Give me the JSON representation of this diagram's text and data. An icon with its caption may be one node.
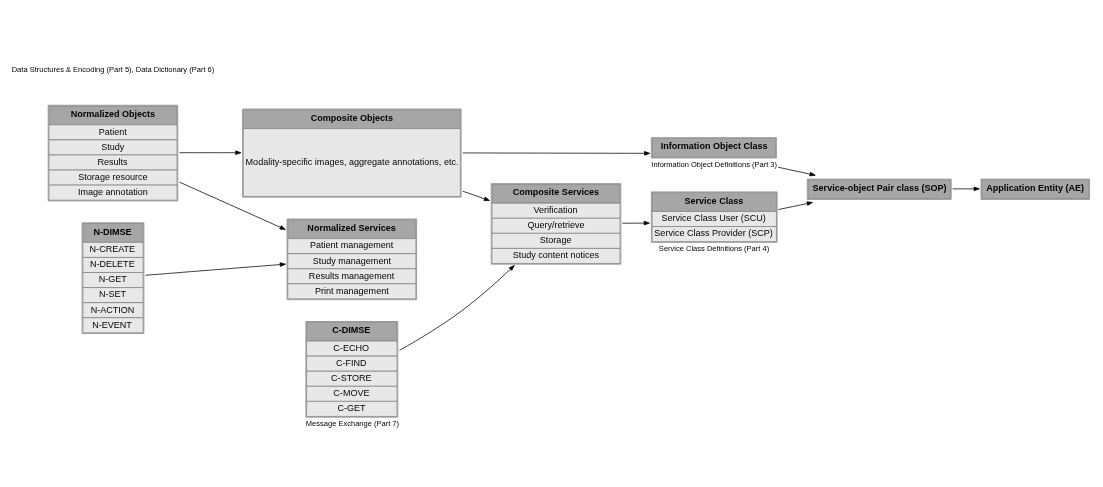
{
  "diagram": {
    "nodes": [
      {
        "text": [
          "Normalized Objects",
          "Patient",
          "Study",
          "Results",
          "Storage resource",
          "Image annotation"
        ]
      },
      {
        "text": [
          "Composite Objects",
          "Modality-specific images, aggregate annotations, etc."
        ]
      },
      {
        "text": [
          "Information Object Class"
        ],
        "beside": [
          "Information Object Definitions (Part 3)"
        ]
      },
      {
        "text": [
          "N-DIMSE",
          "N-CREATE",
          "N-DELETE",
          "N-GET",
          "N-SET",
          "N-ACTION",
          "N-EVENT"
        ]
      },
      {
        "text": [
          "Normalized Services",
          "Patient management",
          "Study management",
          "Results management",
          "Print management"
        ]
      },
      {
        "text": [
          "C-DIMSE",
          "C-ECHO",
          "C-FIND",
          "C-STORE",
          "C-MOVE",
          "C-GET"
        ],
        "beside": [
          "Message Exchange (Part 7)"
        ]
      },
      {
        "text": [
          "Composite Services",
          "Verification",
          "Query/retrieve",
          "Storage",
          "Study content notices"
        ]
      },
      {
        "text": [
          "Service-object Pair class (SOP)"
        ]
      },
      {
        "text": [
          "Application Entity (AE)"
        ]
      },
      {
        "text": [
          "Service Class",
          "Service Class User (SCU)",
          "Service Class Provider (SCP)"
        ],
        "beside": [
          "Service Class Definitions (Part 4)"
        ]
      }
    ],
    "edges": [
      {
        "from": 0,
        "to": 1,
        "arrow": "to"
      },
      {
        "from": 0,
        "to": 4,
        "arrow": "to"
      },
      {
        "from": 1,
        "to": 2,
        "arrow": "to"
      },
      {
        "from": 1,
        "to": 6,
        "arrow": "to"
      },
      {
        "from": 2,
        "to": 7,
        "arrow": "to"
      },
      {
        "from": 3,
        "to": 4,
        "arrow": "to"
      },
      {
        "from": 5,
        "to": 6,
        "arrow": "to"
      },
      {
        "from": 6,
        "to": 9,
        "arrow": "to"
      },
      {
        "from": 9,
        "to": 7,
        "arrow": "to"
      },
      {
        "from": 7,
        "to": 8,
        "arrow": "to"
      }
    ],
    "labels": [
      "Data Structures & Encoding (Part 5), Data Dictionary (Part 6)"
    ]
  }
}
